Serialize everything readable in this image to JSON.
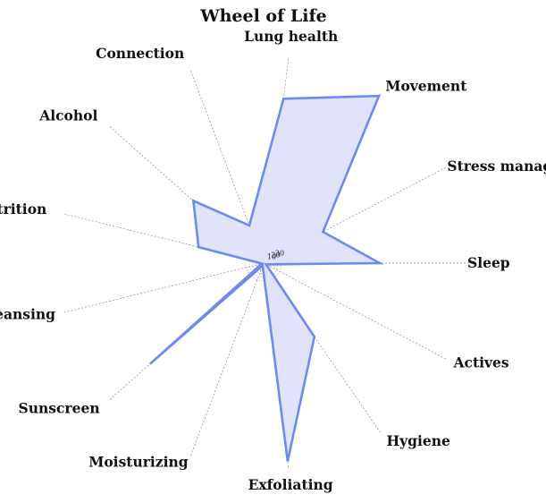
{
  "chart_data": {
    "type": "radar",
    "title": "Wheel of Life",
    "categories": [
      "Sleep",
      "Stress management",
      "Movement",
      "Lung health",
      "Connection",
      "Alcohol",
      "Nutrition",
      "Cleansing",
      "Sunscreen",
      "Moisturizing",
      "Exfoliating",
      "Hygiene",
      "Actives"
    ],
    "series": [
      {
        "values": [
          130,
          75,
          227,
          185,
          45,
          105,
          75,
          2,
          170,
          3,
          223,
          100,
          3
        ]
      }
    ],
    "radial_ticks": [
      10,
      20,
      30
    ],
    "radial_range": [
      0,
      230
    ],
    "grid": true,
    "colors": {
      "line": "#6d8bef",
      "fill": "#dfe2fb"
    }
  }
}
